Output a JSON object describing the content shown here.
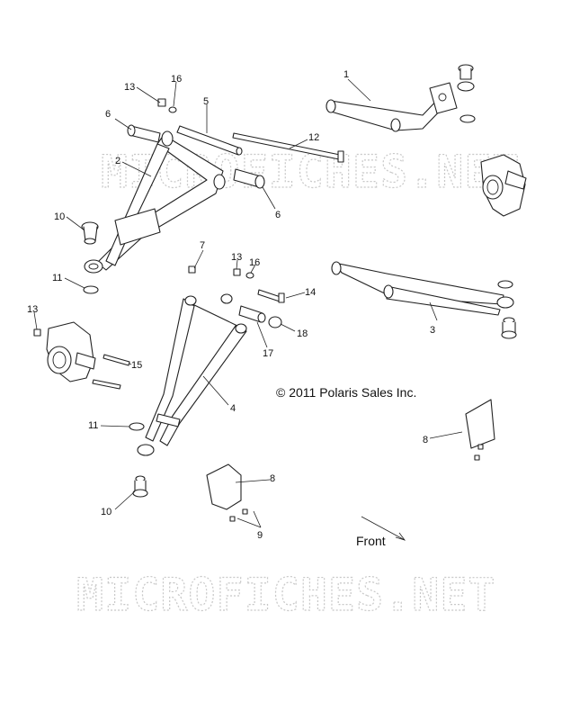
{
  "copyright": "© 2011 Polaris Sales Inc.",
  "front_label": "Front",
  "watermark": "MICROFICHES.NET",
  "callouts": {
    "c1": "1",
    "c2": "2",
    "c3": "3",
    "c4": "4",
    "c5": "5",
    "c6a": "6",
    "c6b": "6",
    "c7": "7",
    "c8a": "8",
    "c8b": "8",
    "c9": "9",
    "c10a": "10",
    "c10b": "10",
    "c11a": "11",
    "c11b": "11",
    "c12": "12",
    "c13a": "13",
    "c13b": "13",
    "c13c": "13",
    "c14": "14",
    "c15": "15",
    "c16a": "16",
    "c16b": "16",
    "c17": "17",
    "c18": "18"
  }
}
